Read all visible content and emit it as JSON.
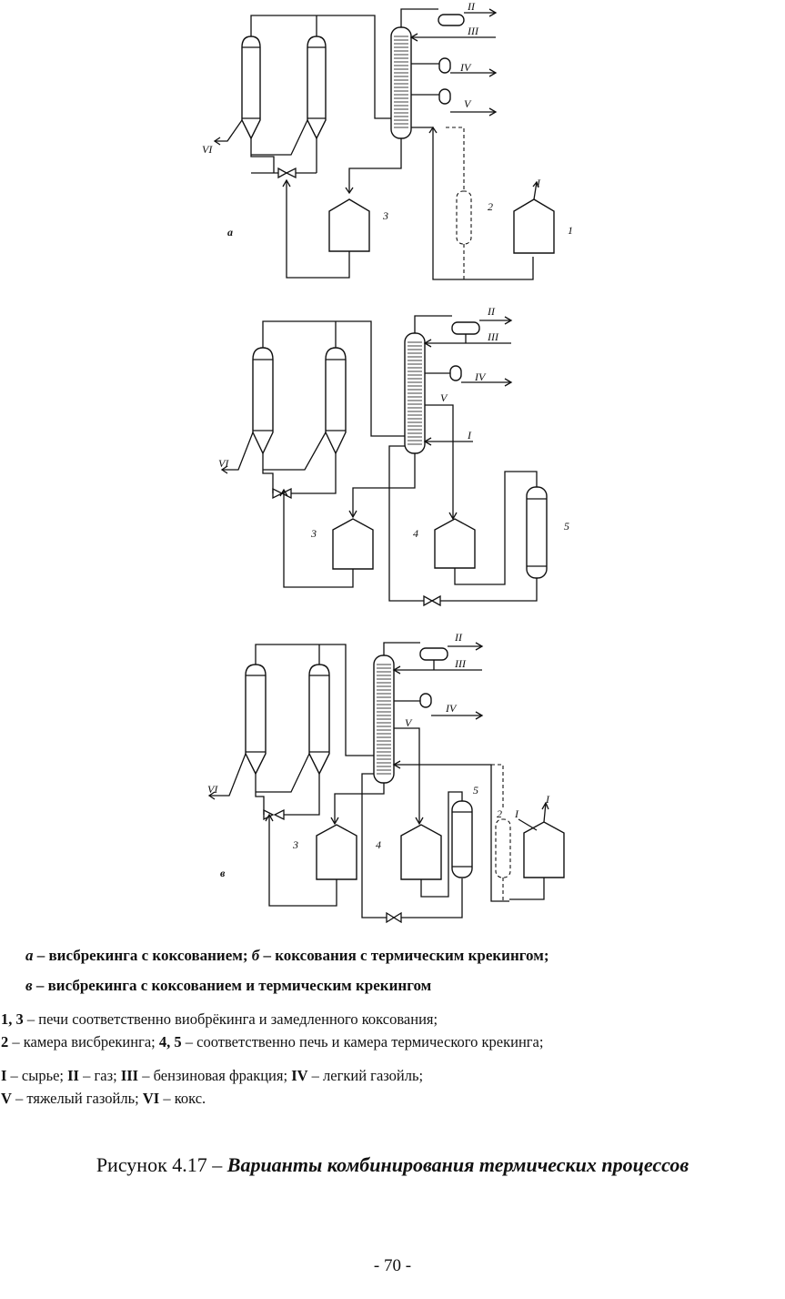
{
  "scheme_a": {
    "letter": "а",
    "streams": [
      "II",
      "III",
      "IV",
      "V",
      "VI",
      "I"
    ],
    "equipment_numbers": [
      "1",
      "2",
      "3"
    ]
  },
  "scheme_b": {
    "streams": [
      "II",
      "III",
      "IV",
      "V",
      "VI",
      "I"
    ],
    "equipment_numbers": [
      "3",
      "4",
      "5"
    ]
  },
  "scheme_c": {
    "letter": "в",
    "streams": [
      "II",
      "III",
      "IV",
      "V",
      "VI",
      "I",
      "I"
    ],
    "equipment_numbers": [
      "3",
      "4",
      "5",
      "2"
    ]
  },
  "caption": {
    "line1": {
      "a": "а",
      "a_text": " – висбрекинга с коксованием; ",
      "b": "б",
      "b_text": " – коксования с термическим крекингом;"
    },
    "line2": {
      "c": "в",
      "c_text": " – висбрекинга с коксованием и термическим крекингом"
    }
  },
  "legend": {
    "l1_num": "1, 3",
    "l1_text": " – печи соответственно виобрёкинга и замедленного коксования;",
    "l2_num": "2",
    "l2_text": " – камера висбрекинга; ",
    "l2_num2": "4, 5",
    "l2_text2": " – соответственно печь и камера термического крекинга;",
    "l3_a": "I",
    "l3_a_text": " – сырье; ",
    "l3_b": "II",
    "l3_b_text": " – газ; ",
    "l3_c": "III",
    "l3_c_text": " – бензиновая фракция; ",
    "l3_d": "IV",
    "l3_d_text": " – легкий газойль;",
    "l4_a": "V",
    "l4_a_text": " – тяжелый газойль; ",
    "l4_b": "VI",
    "l4_b_text": " – кокс."
  },
  "figure_title": {
    "prefix": "Рисунок 4.17 – ",
    "text": "Варианты комбинирования термических процессов"
  },
  "page_number": "- 70 -"
}
